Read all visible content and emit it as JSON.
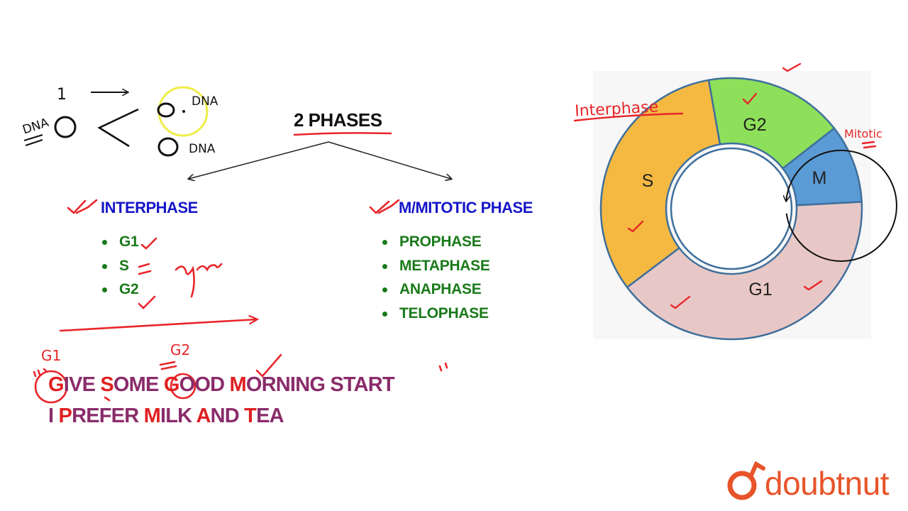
{
  "colors": {
    "interphase_blue": "#1616c8",
    "list_green": "#1a7a1a",
    "mnemonic_purple": "#8a2c6a",
    "mnemonic_red": "#e02020",
    "annotation_red": "#e8262a",
    "s_phase": "#f5b942",
    "g2_phase": "#8ee05a",
    "m_phase": "#5b9bd5",
    "g1_phase": "#e8c8c6",
    "ring_border": "#3f6f9c",
    "brand": "#e8542a"
  },
  "title": "2 PHASES",
  "interphase": {
    "heading": "INTERPHASE",
    "items": [
      "G1",
      "S",
      "G2"
    ]
  },
  "mitotic": {
    "heading": "M/MITOTIC PHASE",
    "items": [
      "PROPHASE",
      "METAPHASE",
      "ANAPHASE",
      "TELOPHASE"
    ]
  },
  "mnemonics": {
    "line1": [
      {
        "text": "G",
        "highlight": true
      },
      {
        "text": "IVE ",
        "highlight": false
      },
      {
        "text": "S",
        "highlight": true
      },
      {
        "text": "OME ",
        "highlight": false
      },
      {
        "text": "G",
        "highlight": true
      },
      {
        "text": "OOD ",
        "highlight": false
      },
      {
        "text": "M",
        "highlight": true
      },
      {
        "text": "ORNING START",
        "highlight": false
      }
    ],
    "line2": [
      {
        "text": "I ",
        "highlight": false
      },
      {
        "text": "P",
        "highlight": true
      },
      {
        "text": "REFER ",
        "highlight": false
      },
      {
        "text": "M",
        "highlight": true
      },
      {
        "text": "ILK ",
        "highlight": false
      },
      {
        "text": "A",
        "highlight": true
      },
      {
        "text": "ND ",
        "highlight": false
      },
      {
        "text": "T",
        "highlight": true
      },
      {
        "text": "EA",
        "highlight": false
      }
    ]
  },
  "cycle": {
    "segments": [
      {
        "label": "G1",
        "color": "#e8c8c6"
      },
      {
        "label": "S",
        "color": "#f5b942"
      },
      {
        "label": "G2",
        "color": "#8ee05a"
      },
      {
        "label": "M",
        "color": "#5b9bd5"
      }
    ]
  },
  "handwriting": {
    "one": "1",
    "dna": "DNA",
    "dna_top": "DNA",
    "dna_bottom": "DNA",
    "syn": "syn",
    "g1": "G1",
    "g2": "G2",
    "interphase": "Interphase",
    "mitotic": "Mitotic"
  },
  "logo": {
    "text": "doubtnut"
  }
}
